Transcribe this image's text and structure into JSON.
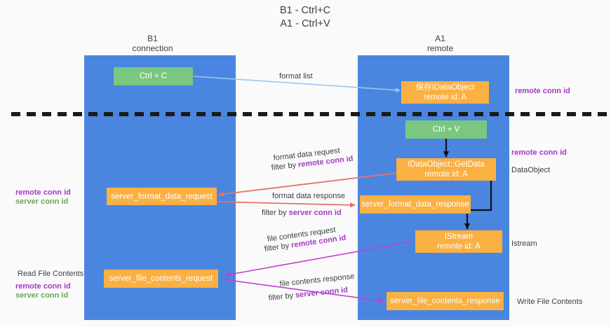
{
  "title": {
    "line1": "B1 - Ctrl+C",
    "line2": "A1 - Ctrl+V"
  },
  "lanes": [
    {
      "id": "b1",
      "title": "B1",
      "subtitle": "connection"
    },
    {
      "id": "a1",
      "title": "A1",
      "subtitle": "remote"
    }
  ],
  "nodes": {
    "ctrl_c": {
      "label": "Ctrl + C"
    },
    "ctrl_v": {
      "label": "Ctrl + V"
    },
    "save_idataobject": {
      "line1": "保存IDataObject",
      "line2": "remote id: A"
    },
    "getdata": {
      "line1": "IDataObject::GetData",
      "line2": "remote id: A"
    },
    "istream": {
      "line1": "IStream",
      "line2": "remote id: A"
    },
    "server_format_data_request": {
      "label": "server_format_data_request"
    },
    "server_format_data_response": {
      "label": "server_format_data_response"
    },
    "server_file_contents_request": {
      "label": "server_file_contents_request"
    },
    "server_file_contents_response": {
      "label": "server_file_contents_response"
    }
  },
  "edge_labels": {
    "format_list": "format list",
    "format_data_request": "format data request",
    "format_data_request_filter_prefix": "filter by ",
    "format_data_request_filter_key": "remote conn id",
    "format_data_response": "format data response",
    "format_data_response_filter_prefix": "filter by ",
    "format_data_response_filter_key": "server conn id",
    "file_contents_request": "file contents request",
    "file_contents_request_filter_prefix": "filter by ",
    "file_contents_request_filter_key": "remote conn id",
    "file_contents_response": "file contents response",
    "file_contents_response_filter_prefix": "filter by ",
    "file_contents_response_filter_key": "server conn id"
  },
  "side_labels": {
    "right_remote_conn_id_top": "remote conn id",
    "right_remote_conn_id_mid": "remote conn id",
    "right_dataobject": "DataObject",
    "right_istream": "Istream",
    "right_write_file_contents": "Write File Contents",
    "left_remote_conn_id_mid": "remote conn id",
    "left_server_conn_id_mid": "server conn id",
    "left_read_file_contents": "Read File Contents",
    "left_remote_conn_id_bottom": "remote conn id",
    "left_server_conn_id_bottom": "server conn id"
  },
  "colors": {
    "lane": "#4a86e0",
    "node_orange": "#fbb042",
    "node_green": "#7ac77f",
    "key_purple": "#a23ac4",
    "key_green": "#6aa84f",
    "arrow_blue": "#9fc5f0",
    "arrow_red": "#e8706a",
    "arrow_magenta": "#c23fd0",
    "arrow_black": "#111111",
    "divider": "#1a1a1a",
    "page_bg": "#fafafa"
  }
}
